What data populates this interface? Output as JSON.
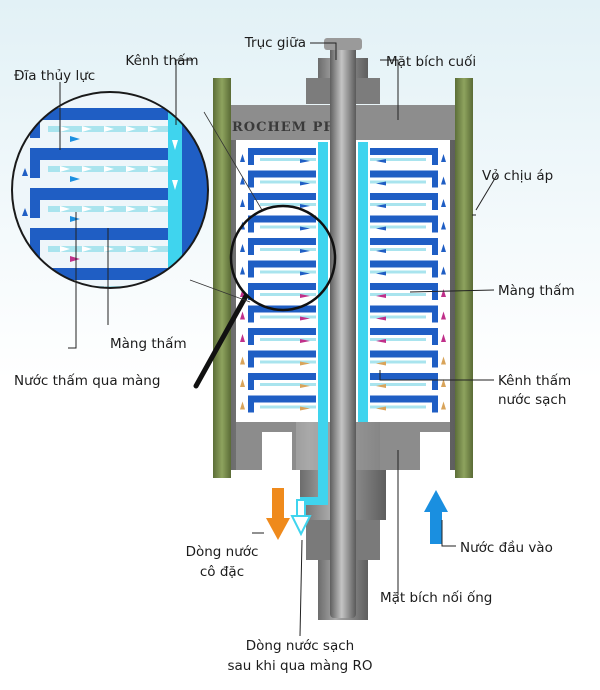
{
  "brand_text": "ROCHEM PF",
  "labels": {
    "truc_giua": "Trục giữa",
    "kenh_tham_top": "Kênh thấm",
    "mat_bich_cuoi": "Mặt bích cuối",
    "dia_thuy_luc": "Đĩa thủy lực",
    "vo_chiu_ap": "Vỏ chịu áp",
    "mang_tham_right": "Màng thấm",
    "mang_tham_left": "Màng thấm",
    "nuoc_tham_qua_mang": "Nước thấm qua màng",
    "kenh_tham_nuoc_sach_line1": "Kênh thấm",
    "kenh_tham_nuoc_sach_line2": "nước sạch",
    "dong_nuoc_co_dac_line1": "Dòng nước",
    "dong_nuoc_co_dac_line2": "cô đặc",
    "nuoc_dau_vao": "Nước đầu vào",
    "mat_bich_noi_ong": "Mặt bích nối ống",
    "dong_nuoc_sach_line1": "Dòng nước sạch",
    "dong_nuoc_sach_line2": "sau khi qua màng RO"
  },
  "colors": {
    "background_top": "#e2f1f6",
    "shell_green": "#7a8f52",
    "metal_gray": "#8a8a8a",
    "disc_blue": "#1f5ec4",
    "permeate_cyan": "#3fd4ee",
    "membrane_light": "#a9e4ee",
    "concentrate_orange": "#ef8a1c",
    "feed_blue": "#1a8fe0",
    "arrow_magenta": "#c0308a",
    "arrow_tan": "#d9a45a",
    "zoom_ring": "#1a1a1a"
  }
}
